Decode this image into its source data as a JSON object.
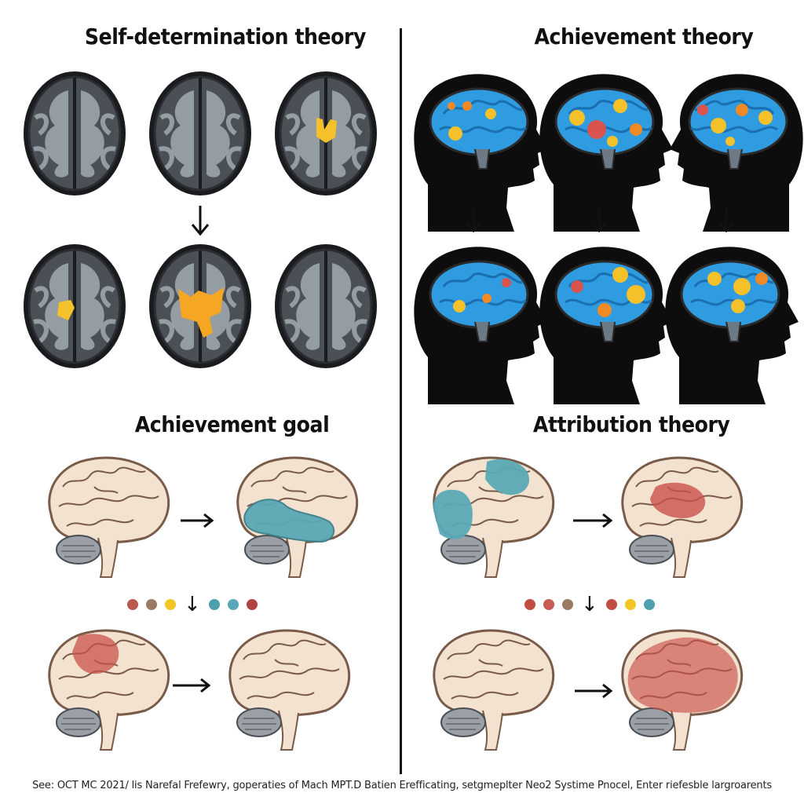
{
  "panels": {
    "top_left": {
      "title": "Self-determination theory"
    },
    "top_right": {
      "title": "Achievement theory"
    },
    "bottom_left": {
      "title": "Achievement goal"
    },
    "bottom_right": {
      "title": "Attribution theory"
    }
  },
  "legend_dots_left": [
    "#b9594f",
    "#9a7a62",
    "#f2c624",
    "#4d9fae",
    "#5aa7b8",
    "#b1443f"
  ],
  "legend_dots_right": [
    "#c24d45",
    "#c75a52",
    "#9a7a62",
    "#c24d45",
    "#f2c624",
    "#4d9fae"
  ],
  "footer": {
    "caption": "See: OCT MC 2021/ lis Narefal Frefewry, goperaties of Mach MPT.D Batien Erefficating, setgmeplter Neo2 Systime Pnocel, Enter riefesble largroarents"
  },
  "colors": {
    "mri_bg": "#4b4f56",
    "mri_outline": "#1a1b1e",
    "mri_white": "#a8b0b8",
    "fmri_blue": "#2f9be0",
    "fmri_yellow": "#f5c12a",
    "fmri_orange": "#f08a24",
    "fmri_red": "#d9534f",
    "brain_skin": "#f3e2cf",
    "brain_line": "#7a5b4a",
    "cerebellum": "#9aa0a6",
    "teal_region": "#5aa9b6",
    "red_region": "#c9514a"
  }
}
